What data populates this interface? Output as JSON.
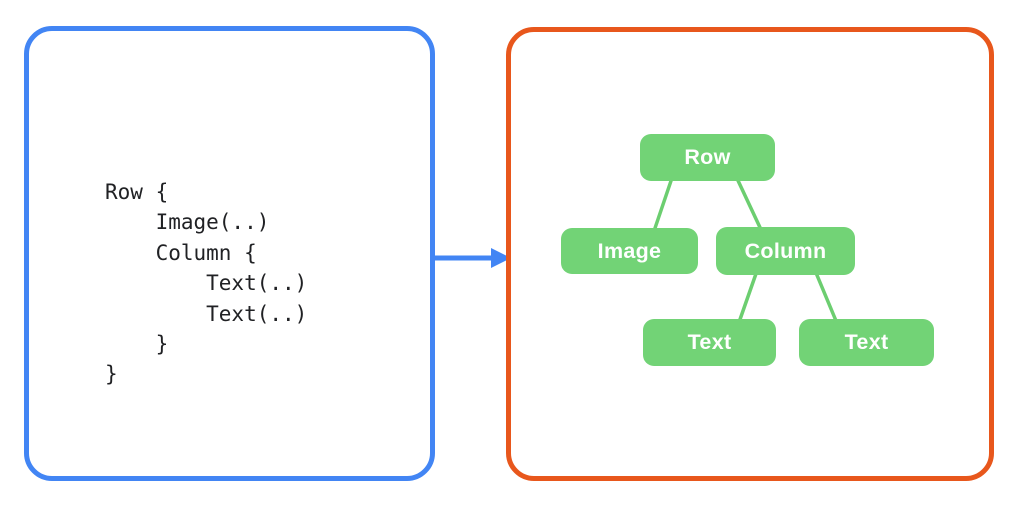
{
  "page": {
    "background_color": "#FFFFFF"
  },
  "code_panel": {
    "border_color": "#4285F4",
    "text_color": "#202124",
    "lines": [
      "Row {",
      "    Image(..)",
      "    Column {",
      "        Text(..)",
      "        Text(..)",
      "    }",
      "}"
    ]
  },
  "arrow": {
    "direction": "right",
    "color": "#4285F4"
  },
  "tree_panel": {
    "border_color": "#E8571C",
    "node_fill_color": "#72D376",
    "node_text_color": "#FFFFFF",
    "edge_color": "#6CCE70",
    "nodes": [
      {
        "id": "row",
        "label": "Row",
        "children": [
          "image",
          "column"
        ]
      },
      {
        "id": "image",
        "label": "Image",
        "children": []
      },
      {
        "id": "column",
        "label": "Column",
        "children": [
          "text1",
          "text2"
        ]
      },
      {
        "id": "text1",
        "label": "Text",
        "children": []
      },
      {
        "id": "text2",
        "label": "Text",
        "children": []
      }
    ]
  }
}
